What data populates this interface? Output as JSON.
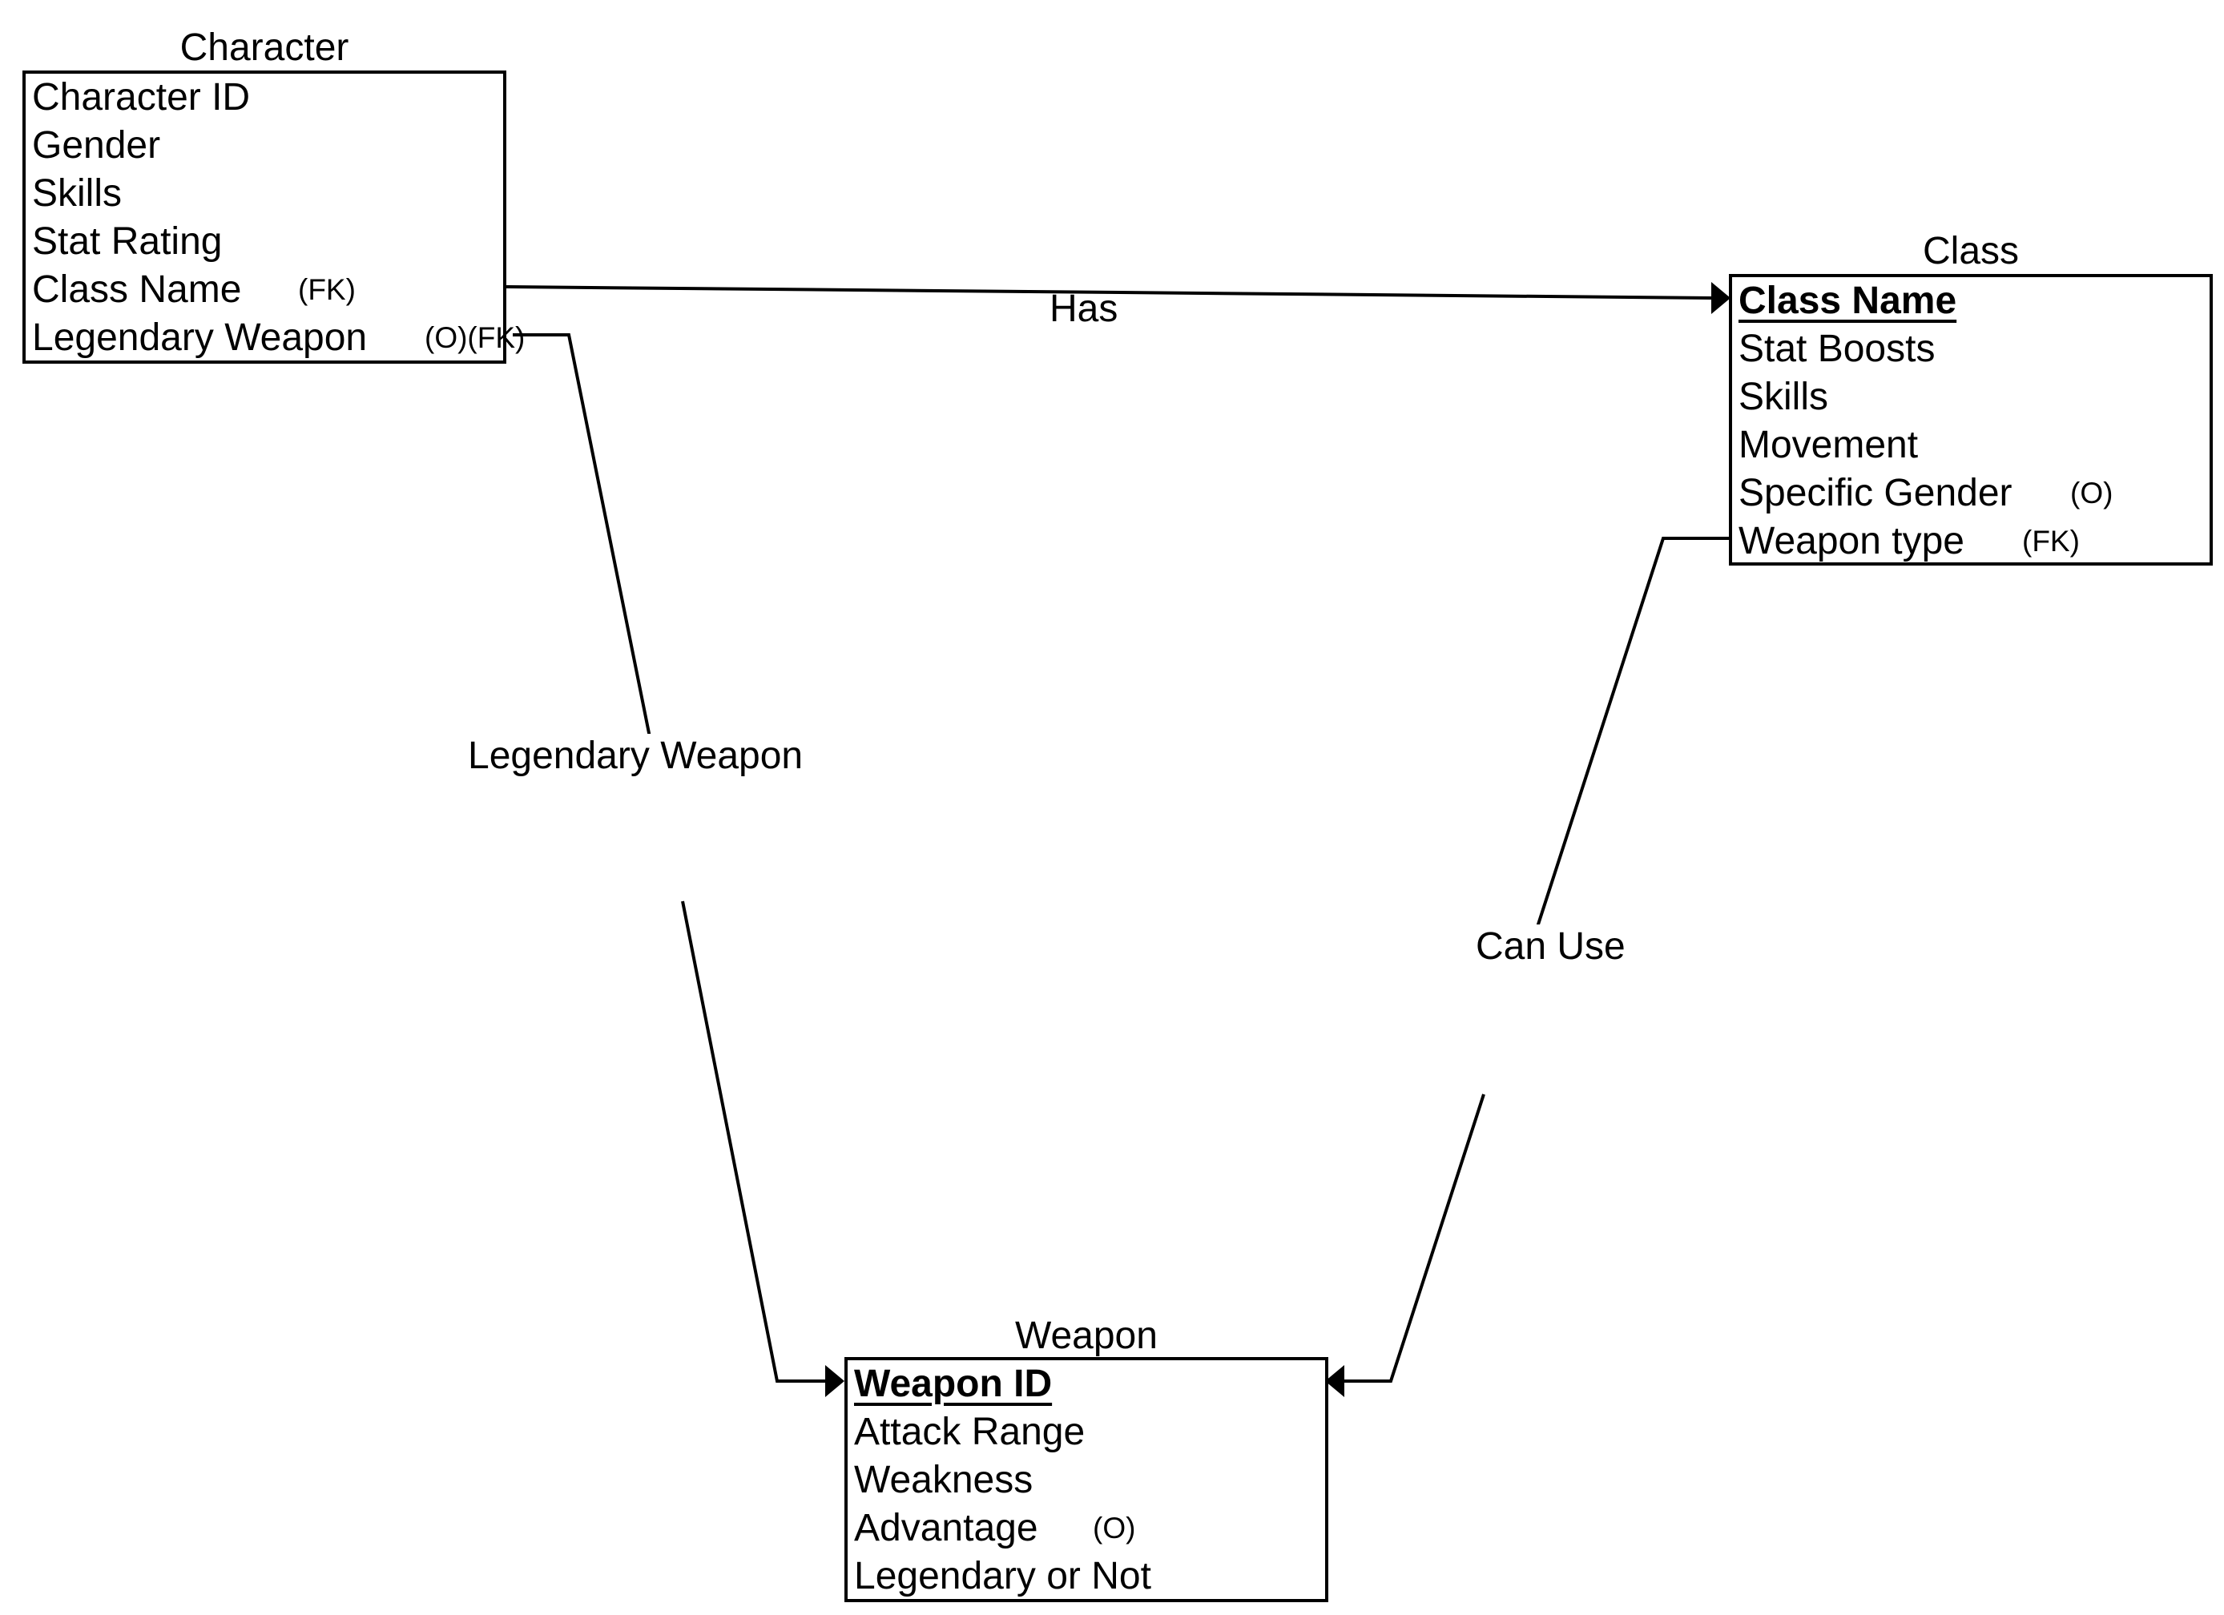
{
  "entities": {
    "character": {
      "title": "Character",
      "rows": [
        {
          "text": "Character ID"
        },
        {
          "text": "Gender"
        },
        {
          "text": "Skills"
        },
        {
          "text": "Stat Rating"
        },
        {
          "text": "Class Name",
          "note": "(FK)"
        },
        {
          "text": "Legendary Weapon",
          "note": "(O)(FK)"
        }
      ]
    },
    "class": {
      "title": "Class",
      "rows": [
        {
          "text": "Class Name",
          "pk": true
        },
        {
          "text": "Stat Boosts"
        },
        {
          "text": "Skills"
        },
        {
          "text": "Movement"
        },
        {
          "text": "Specific Gender",
          "note": "(O)"
        },
        {
          "text": "Weapon type",
          "note": "(FK)"
        }
      ]
    },
    "weapon": {
      "title": "Weapon",
      "rows": [
        {
          "text": "Weapon ID",
          "pk": true
        },
        {
          "text": "Attack Range"
        },
        {
          "text": "Weakness"
        },
        {
          "text": "Advantage",
          "note": "(O)"
        },
        {
          "text": "Legendary or Not"
        }
      ]
    }
  },
  "relationships": {
    "has": "Has",
    "legendary_weapon": "Legendary Weapon",
    "can_use": "Can Use"
  }
}
